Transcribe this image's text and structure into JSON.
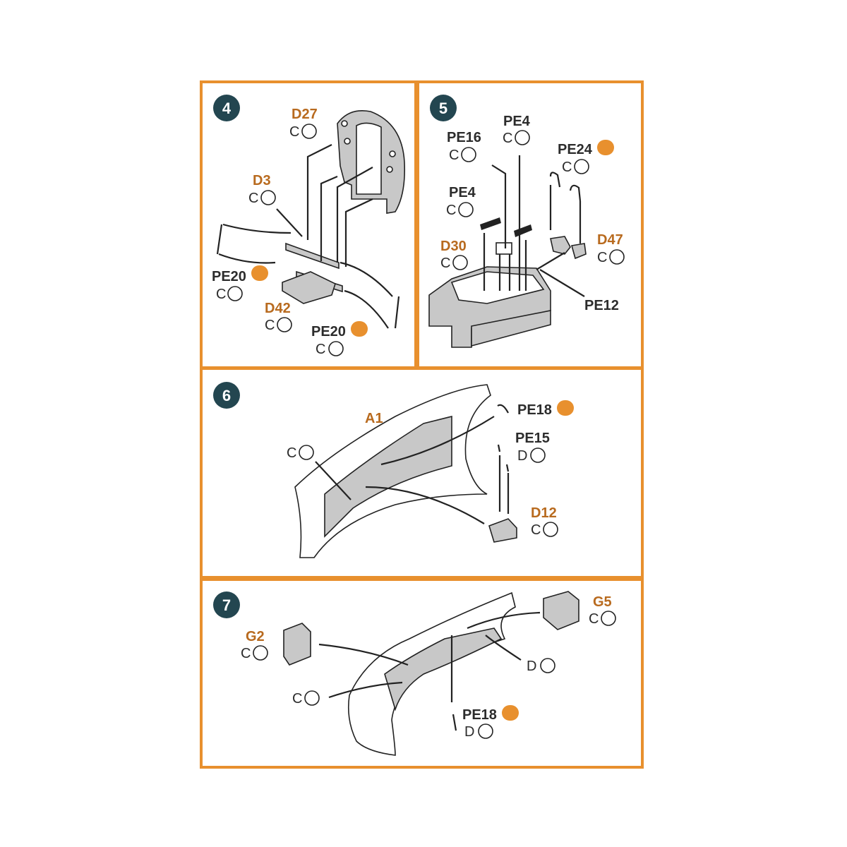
{
  "colors": {
    "frame": "#e8902e",
    "step_badge": "#234650",
    "orange_label": "#b86a1e",
    "part_gray": "#c8c8c8",
    "ink": "#222222",
    "pe_icon": "#e8902e"
  },
  "steps": [
    {
      "number": "4",
      "parts": [
        {
          "id": "D27",
          "code": "C",
          "pe": false
        },
        {
          "id": "D3",
          "code": "C",
          "pe": false
        },
        {
          "id": "PE20",
          "code": "C",
          "pe": true
        },
        {
          "id": "D42",
          "code": "C",
          "pe": false
        },
        {
          "id": "PE20",
          "code": "C",
          "pe": true
        }
      ]
    },
    {
      "number": "5",
      "parts": [
        {
          "id": "PE16",
          "code": "C",
          "pe": false
        },
        {
          "id": "PE4",
          "code": "C",
          "pe": false
        },
        {
          "id": "PE24",
          "code": "C",
          "pe": true
        },
        {
          "id": "PE4",
          "code": "C",
          "pe": false
        },
        {
          "id": "D30",
          "code": "C",
          "pe": false
        },
        {
          "id": "D47",
          "code": "C",
          "pe": false
        },
        {
          "id": "PE12",
          "code": "",
          "pe": false
        }
      ]
    },
    {
      "number": "6",
      "parts": [
        {
          "id": "A1",
          "code": "",
          "pe": false
        },
        {
          "id": "",
          "code": "C",
          "pe": false
        },
        {
          "id": "PE18",
          "code": "",
          "pe": true
        },
        {
          "id": "PE15",
          "code": "D",
          "pe": false
        },
        {
          "id": "D12",
          "code": "C",
          "pe": false
        }
      ]
    },
    {
      "number": "7",
      "parts": [
        {
          "id": "G2",
          "code": "C",
          "pe": false
        },
        {
          "id": "G5",
          "code": "C",
          "pe": false
        },
        {
          "id": "",
          "code": "D",
          "pe": false
        },
        {
          "id": "",
          "code": "C",
          "pe": false
        },
        {
          "id": "PE18",
          "code": "D",
          "pe": true
        }
      ]
    }
  ]
}
